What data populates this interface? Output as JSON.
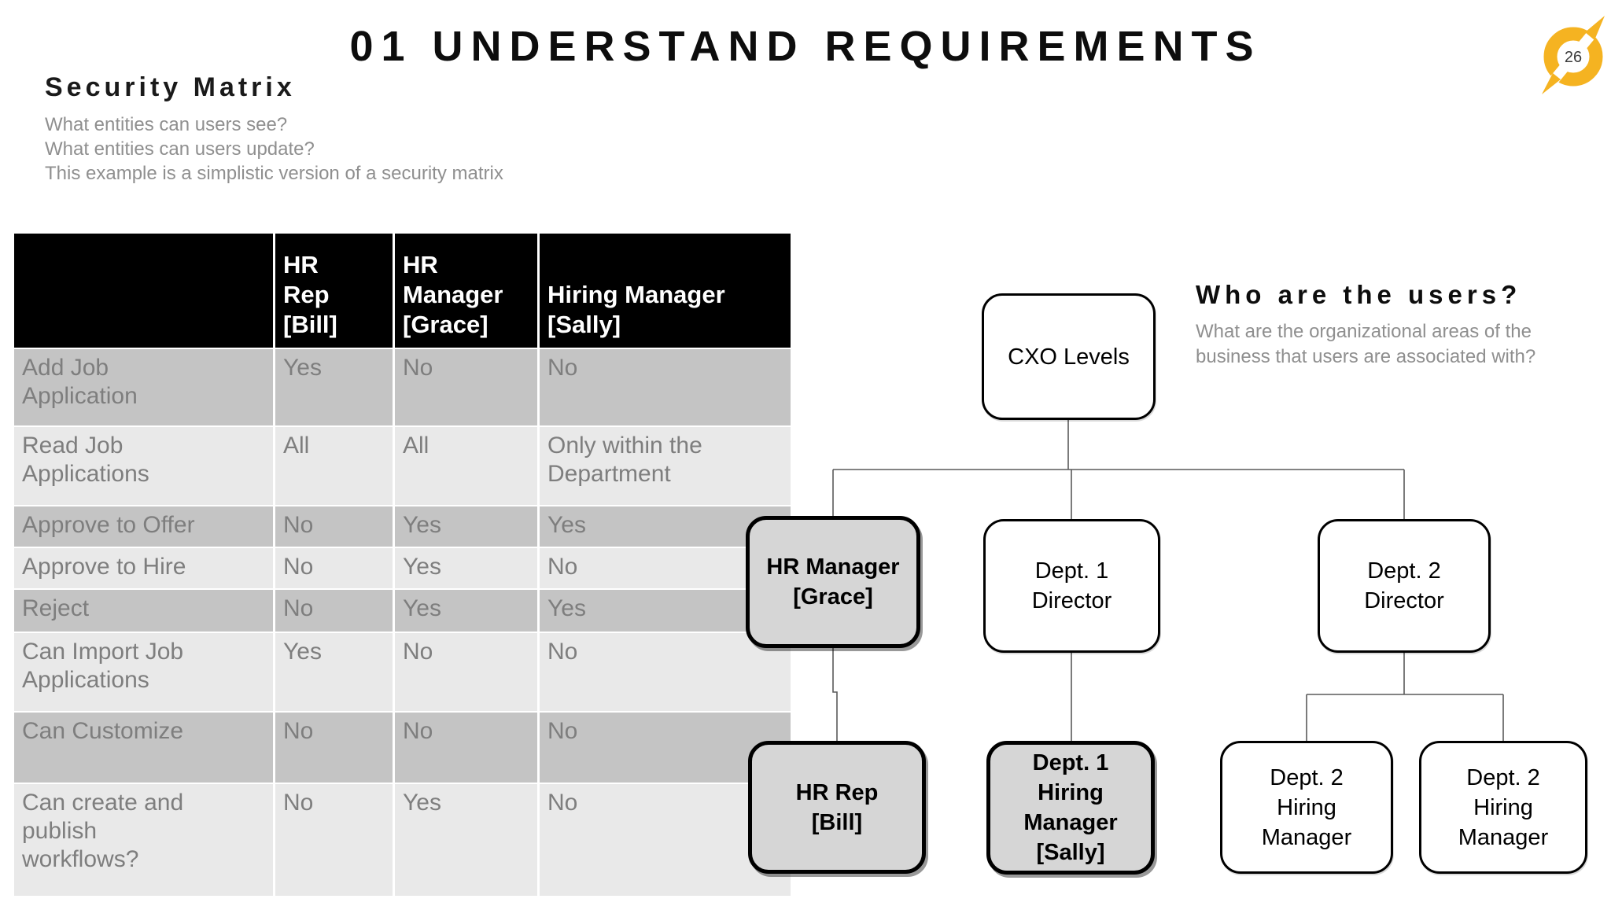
{
  "slide": {
    "title": "01 UNDERSTAND REQUIREMENTS",
    "page_number": "26",
    "section": {
      "heading": "Security Matrix",
      "lines": [
        "What entities can users see?",
        "What entities can users update?",
        "This example is a simplistic version of a security matrix"
      ]
    },
    "matrix": {
      "columns": [
        "",
        "HR\nRep\n[Bill]",
        "HR\nManager\n[Grace]",
        "Hiring Manager\n[Sally]"
      ],
      "rows": [
        {
          "label": "Add Job\nApplication",
          "cells": [
            "Yes",
            "No",
            "No"
          ]
        },
        {
          "label": "Read Job\nApplications",
          "cells": [
            "All",
            "All",
            "Only within the\nDepartment"
          ]
        },
        {
          "label": "Approve to Offer",
          "cells": [
            "No",
            "Yes",
            "Yes"
          ]
        },
        {
          "label": "Approve to Hire",
          "cells": [
            "No",
            "Yes",
            "No"
          ]
        },
        {
          "label": "Reject",
          "cells": [
            "No",
            "Yes",
            "Yes"
          ]
        },
        {
          "label": "Can Import Job\nApplications",
          "cells": [
            "Yes",
            "No",
            "No"
          ]
        },
        {
          "label": "Can Customize",
          "cells": [
            "No",
            "No",
            "No"
          ]
        },
        {
          "label": "Can create and\npublish\nworkflows?",
          "cells": [
            "No",
            "Yes",
            "No"
          ]
        }
      ]
    },
    "users_panel": {
      "heading": "Who are the users?",
      "description": "What are the organizational areas of the\nbusiness that users are associated with?"
    },
    "org_chart": {
      "nodes": [
        {
          "id": "cxo",
          "label": "CXO Levels",
          "highlighted": false
        },
        {
          "id": "hr-manager",
          "label": "HR Manager\n[Grace]",
          "highlighted": true
        },
        {
          "id": "dept1-director",
          "label": "Dept. 1\nDirector",
          "highlighted": false
        },
        {
          "id": "dept2-director",
          "label": "Dept. 2\nDirector",
          "highlighted": false
        },
        {
          "id": "hr-rep",
          "label": "HR Rep\n[Bill]",
          "highlighted": true
        },
        {
          "id": "dept1-hiring-manager",
          "label": "Dept. 1\nHiring\nManager\n[Sally]",
          "highlighted": true
        },
        {
          "id": "dept2-hiring-manager-1",
          "label": "Dept. 2\nHiring\nManager",
          "highlighted": false
        },
        {
          "id": "dept2-hiring-manager-2",
          "label": "Dept. 2\nHiring\nManager",
          "highlighted": false
        }
      ]
    },
    "colors": {
      "accent_yellow": "#F5B321",
      "header_bg": "#000000",
      "row_dark": "#c4c4c4",
      "row_light": "#e9e9e9",
      "cell_text": "#7e7e7e",
      "muted_text": "#8f8f8f"
    }
  }
}
